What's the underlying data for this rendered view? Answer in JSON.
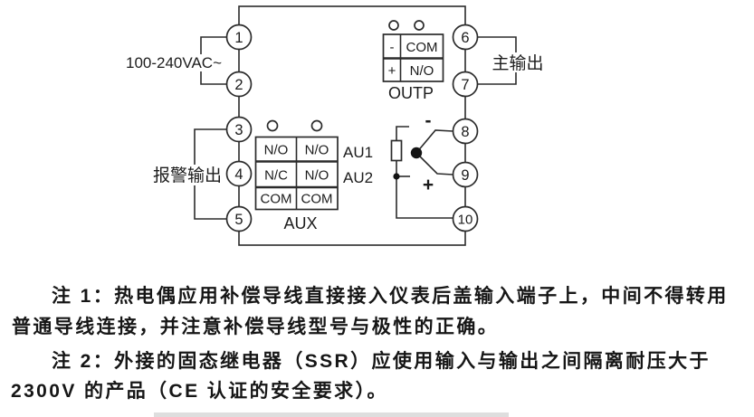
{
  "diagram": {
    "power_label": "100-240VAC~",
    "alarm_label": "报警输出",
    "main_output_label": "主输出",
    "terminals": [
      "1",
      "2",
      "3",
      "4",
      "5",
      "6",
      "7",
      "8",
      "9",
      "10"
    ],
    "outp": {
      "title": "OUTP",
      "rows": [
        [
          "-",
          "COM"
        ],
        [
          "+",
          "N/O"
        ]
      ]
    },
    "aux": {
      "title": "AUX",
      "rows": [
        [
          "N/O",
          "N/O"
        ],
        [
          "N/C",
          "N/O"
        ],
        [
          "COM",
          "COM"
        ]
      ],
      "row_labels": [
        "AU1",
        "AU2"
      ]
    },
    "sensor": {
      "minus": "-",
      "plus": "+"
    }
  },
  "notes": [
    {
      "line1": "注 1：热电偶应用补偿导线直接接入仪表后盖输入端子上，中间不得转用",
      "line2": "普通导线连接，并注意补偿导线型号与极性的正确。"
    },
    {
      "line1": "注 2：外接的固态继电器（SSR）应使用输入与输出之间隔离耐压大于",
      "line2": "2300V 的产品（CE 认证的安全要求）。"
    }
  ]
}
